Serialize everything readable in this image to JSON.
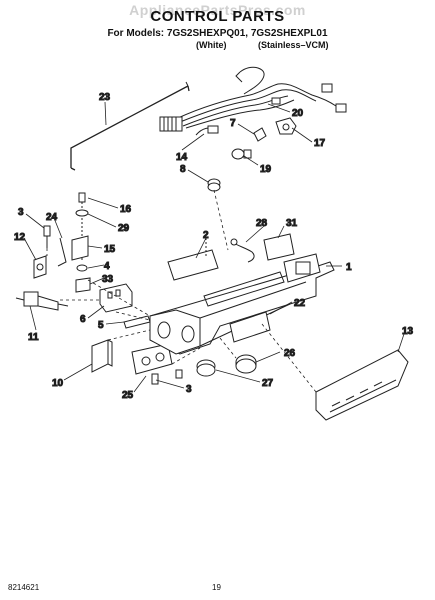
{
  "watermark": "AppliancePartsPros.com",
  "title": "CONTROL PARTS",
  "models_line": "For Models: 7GS2SHEXPQ01, 7GS2SHEXPL01",
  "variant_1": "(White)",
  "variant_2": "(Stainless–VCM)",
  "callouts": [
    "23",
    "20",
    "7",
    "17",
    "14",
    "19",
    "8",
    "16",
    "3",
    "24",
    "29",
    "28",
    "31",
    "2",
    "12",
    "15",
    "1",
    "4",
    "33",
    "22",
    "6",
    "11",
    "5",
    "13",
    "26",
    "10",
    "27",
    "25",
    "3"
  ],
  "doc_number": "8214621",
  "page_number": "19"
}
